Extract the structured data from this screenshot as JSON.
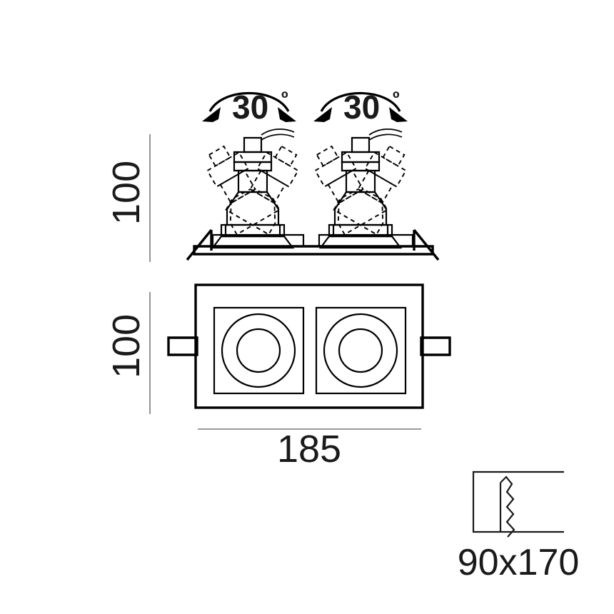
{
  "drawing": {
    "title": "Recessed double square downlight - dimensional drawing",
    "units": "mm",
    "line_color": "#000000",
    "dim_line_color": "#7a7a7a",
    "background": "#ffffff"
  },
  "section_view": {
    "name": "front-section-view",
    "height_dimension": {
      "value": "100",
      "label": "100",
      "orientation": "vertical"
    },
    "tilt_annotations": [
      {
        "id": "left",
        "value": "30",
        "degree_symbol": "º",
        "label": "30º",
        "arrow_style": "double-headed-arc"
      },
      {
        "id": "right",
        "value": "30",
        "degree_symbol": "º",
        "label": "30º",
        "arrow_style": "double-headed-arc"
      }
    ],
    "lamp_count": 2
  },
  "plan_view": {
    "name": "bottom-plan-view",
    "height_dimension": {
      "value": "100",
      "label": "100",
      "orientation": "vertical"
    },
    "width_dimension": {
      "value": "185",
      "label": "185",
      "orientation": "horizontal"
    },
    "apertures": 2,
    "side_tabs": 2
  },
  "cutout_symbol": {
    "name": "ceiling-cutout-indicator",
    "label": "90x170",
    "width": "90",
    "height": "170",
    "separator": "x"
  }
}
